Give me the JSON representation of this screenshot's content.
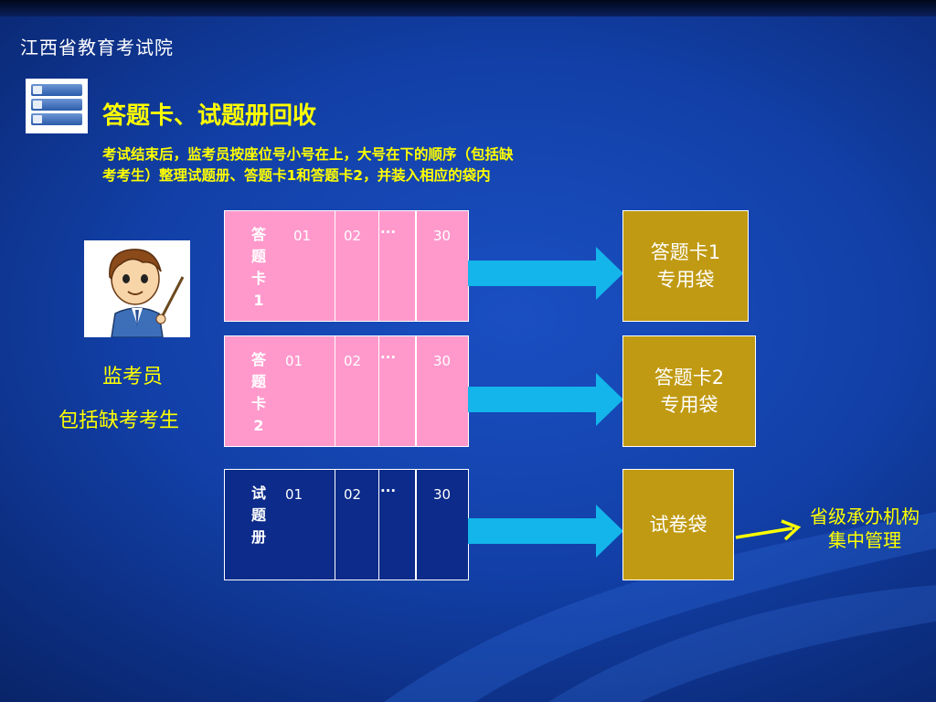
{
  "header": {
    "org": "江西省教育考试院"
  },
  "slide": {
    "title": "答题卡、试题册回收",
    "description_line1": "考试结束后，监考员按座位号小号在上，大号在下的顺序（包括缺",
    "description_line2": "考考生）整理试题册、答题卡1和答题卡2，并装入相应的袋内"
  },
  "proctor": {
    "label": "监考员",
    "sub_label": "包括缺考考生"
  },
  "rows": [
    {
      "name": "答题卡1",
      "vertical_label": "答题卡1",
      "nums": [
        "01",
        "02",
        "···",
        "30"
      ],
      "bag": [
        "答题卡1",
        "专用袋"
      ]
    },
    {
      "name": "答题卡2",
      "vertical_label": "答题卡2",
      "nums": [
        "01",
        "02",
        "···",
        "30"
      ],
      "bag": [
        "答题卡2",
        "专用袋"
      ]
    },
    {
      "name": "试题册",
      "vertical_label": "试题册",
      "nums": [
        "01",
        "02",
        "···",
        "30"
      ],
      "bag": [
        "试卷袋"
      ]
    }
  ],
  "final_destination": {
    "line1": "省级承办机构",
    "line2": "集中管理"
  },
  "colors": {
    "highlight": "#ffff00",
    "card_pink": "#ff99cc",
    "card_blue": "#0c2b8a",
    "bag": "#c09a12",
    "arrow": "#13b5ea"
  }
}
